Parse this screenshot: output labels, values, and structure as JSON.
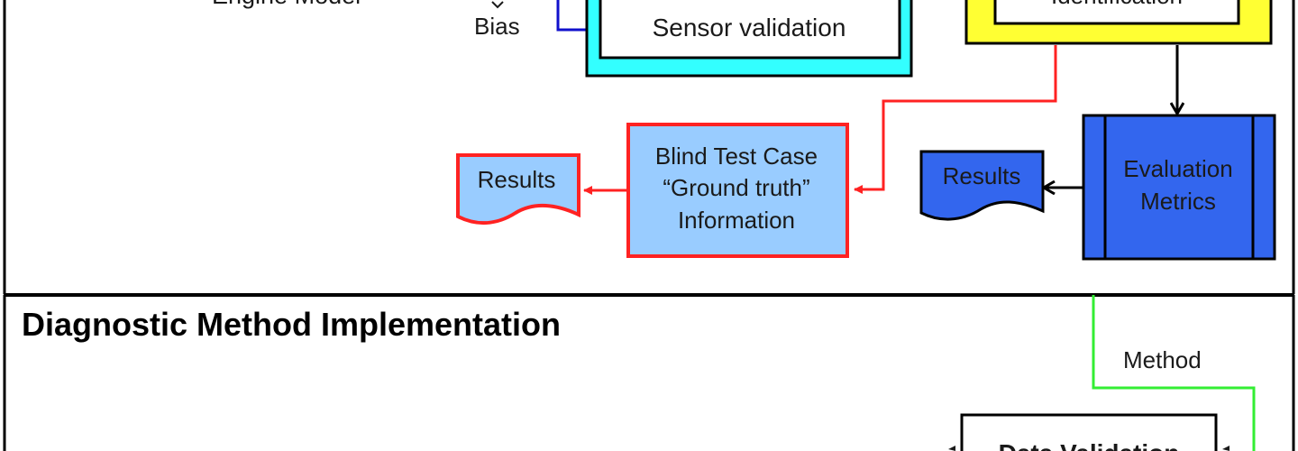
{
  "labels": {
    "engine_model": "Engine Model",
    "bias": "Bias",
    "sensor_validation": "Sensor validation",
    "identification": "Identification",
    "results_red": "Results",
    "blind_test_line1": "Blind Test Case",
    "blind_test_line2": "“Ground truth”",
    "blind_test_line3": "Information",
    "results_blue": "Results",
    "evaluation_line1": "Evaluation",
    "evaluation_line2": "Metrics",
    "section_title": "Diagnostic Method Implementation",
    "method": "Method",
    "data_validation": "Data Validation"
  },
  "colors": {
    "cyan_frame": "#33ffff",
    "yellow_frame": "#ffff33",
    "light_blue_fill": "#99ccff",
    "dark_blue_fill": "#3366ee",
    "red_line": "#ff2222",
    "blue_line": "#1010cc",
    "green_line": "#33ee33",
    "black_line": "#000000"
  }
}
